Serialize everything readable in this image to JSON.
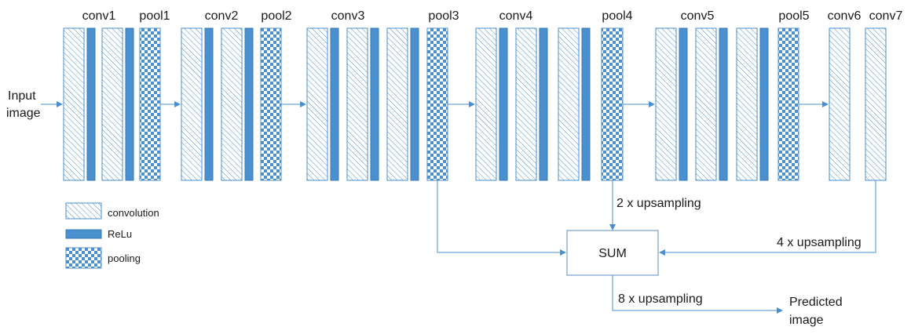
{
  "input_label_line1": "Input",
  "input_label_line2": "image",
  "stages": [
    {
      "label": "conv1"
    },
    {
      "label": "pool1"
    },
    {
      "label": "conv2"
    },
    {
      "label": "pool2"
    },
    {
      "label": "conv3"
    },
    {
      "label": "pool3"
    },
    {
      "label": "conv4"
    },
    {
      "label": "pool4"
    },
    {
      "label": "conv5"
    },
    {
      "label": "pool5"
    },
    {
      "label": "conv6"
    },
    {
      "label": "conv7"
    }
  ],
  "legend": {
    "convolution": "convolution",
    "relu": "ReLu",
    "pooling": "pooling"
  },
  "sum_label": "SUM",
  "upsampling_2x": "2 x upsampling",
  "upsampling_4x": "4 x upsampling",
  "upsampling_8x": "8 x upsampling",
  "output_label_line1": "Predicted",
  "output_label_line2": "image",
  "colors": {
    "accent": "#4a8fce",
    "stroke": "#4a8fce",
    "relu_fill": "#4a8fce",
    "sum_border": "#5b8fc4",
    "text": "#1a1a1a"
  }
}
